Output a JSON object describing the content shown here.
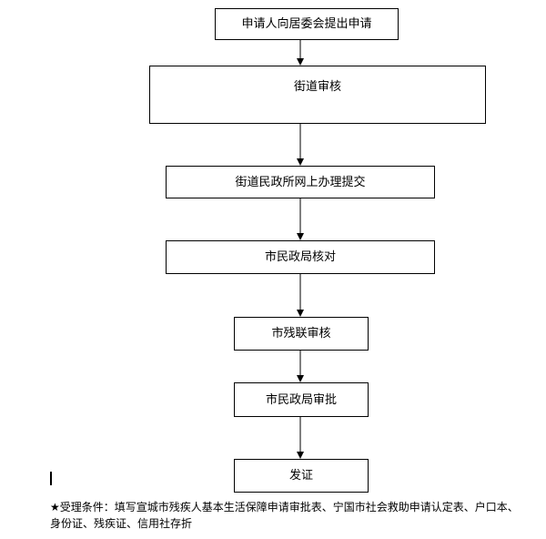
{
  "steps": [
    "申请人向居委会提出申请",
    "街道审核",
    "街道民政所网上办理提交",
    "市民政局核对",
    "市残联审核",
    "市民政局审批",
    "发证"
  ],
  "note": "★受理条件：填写宣城市残疾人基本生活保障申请审批表、宁国市社会救助申请认定表、户口本、身份证、残疾证、信用社存折"
}
